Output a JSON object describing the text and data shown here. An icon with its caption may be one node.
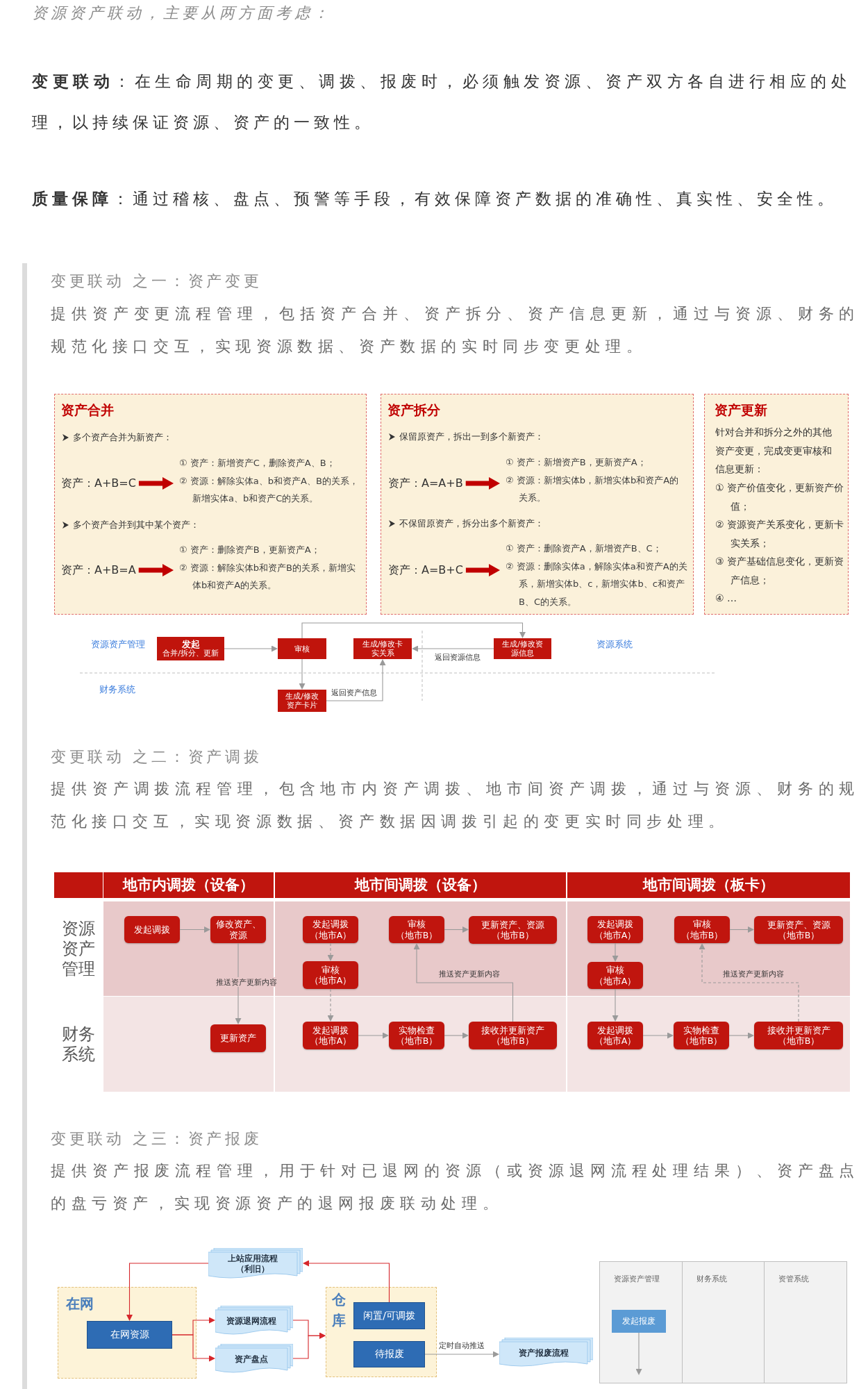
{
  "diagram": {
    "nodes": [
      {
        "text": [
          "资产合并",
          "多个资产合并为新资产：",
          "多个资产合并到其中某个资产："
        ]
      },
      {
        "text": [
          "资产：A+B=C"
        ],
        "in": 0
      },
      {
        "text": [
          "① 资产：新增资产C，删除资产A、B；",
          "② 资源：解除实体a、b和资产A、B的关系，新增实体a、b和资产C的关系。"
        ],
        "in": 0
      },
      {
        "text": [
          "资产：A+B=A"
        ],
        "in": 0
      },
      {
        "text": [
          "① 资产：删除资产B，更新资产A；",
          "② 资源：解除实体b和资产B的关系，新增实体b和资产A的关系。"
        ],
        "in": 0
      },
      {
        "text": [
          "资产拆分",
          "保留原资产，拆出一到多个新资产：",
          "不保留原资产，拆分出多个新资产："
        ]
      },
      {
        "text": [
          "资产：A=A+B"
        ],
        "in": 5
      },
      {
        "text": [
          "① 资产：新增资产B，更新资产A；",
          "② 资源：新增实体b，新增实体b和资产A的关系。"
        ],
        "in": 5
      },
      {
        "text": [
          "资产：A=B+C"
        ],
        "in": 5
      },
      {
        "text": [
          "① 资产：删除资产A，新增资产B、C；",
          "② 资源：删除实体a，解除实体a和资产A的关系，新增实体b、c，新增实体b、c和资产B、C的关系。"
        ],
        "in": 5
      },
      {
        "text": [
          "资产更新",
          "针对合并和拆分之外的其他资产变更，完成变更审核和信息更新：",
          "① 资产价值变化，更新资产价值；",
          "② 资源资产关系变化，更新卡实关系；",
          "③ 资产基础信息变化，更新资产信息；",
          "④ …"
        ]
      },
      {
        "text": [
          "发起",
          "合并/拆分、更新"
        ]
      },
      {
        "text": [
          "审核"
        ]
      },
      {
        "text": [
          "生成/修改卡实关系"
        ]
      },
      {
        "text": [
          "生成/修改资源信息"
        ]
      },
      {
        "text": [
          "生成/修改资产卡片"
        ]
      },
      {
        "text": [
          "发起调拨"
        ]
      },
      {
        "text": [
          "修改资产、资源"
        ]
      },
      {
        "text": [
          "更新资产"
        ]
      },
      {
        "text": [
          "发起调拨（地市A）"
        ]
      },
      {
        "text": [
          "审核（地市A）"
        ]
      },
      {
        "text": [
          "审核（地市B）"
        ]
      },
      {
        "text": [
          "更新资产、资源（地市B）"
        ]
      },
      {
        "text": [
          "发起调拨（地市A）"
        ]
      },
      {
        "text": [
          "实物检查（地市B）"
        ]
      },
      {
        "text": [
          "接收并更新资产（地市B）"
        ]
      },
      {
        "text": [
          "发起调拨（地市A）"
        ]
      },
      {
        "text": [
          "审核（地市A）"
        ]
      },
      {
        "text": [
          "审核（地市B）"
        ]
      },
      {
        "text": [
          "更新资产、资源（地市B）"
        ]
      },
      {
        "text": [
          "发起调拨（地市A）"
        ]
      },
      {
        "text": [
          "实物检查（地市B）"
        ]
      },
      {
        "text": [
          "接收并更新资产（地市B）"
        ]
      },
      {
        "text": [
          "上站应用流程（利旧）"
        ]
      },
      {
        "text": [
          "在网"
        ]
      },
      {
        "text": [
          "在网资源"
        ],
        "in": 34
      },
      {
        "text": [
          "资源退网流程"
        ]
      },
      {
        "text": [
          "资产盘点"
        ]
      },
      {
        "text": [
          "仓库"
        ]
      },
      {
        "text": [
          "闲置/可调拨"
        ],
        "in": 38
      },
      {
        "text": [
          "待报废"
        ],
        "in": 38
      },
      {
        "text": [
          "资产报废流程"
        ]
      },
      {
        "text": [
          "资源资产管理"
        ]
      },
      {
        "text": [
          "财务系统"
        ]
      },
      {
        "text": [
          "资管系统"
        ]
      },
      {
        "text": [
          "发起报废"
        ],
        "in": 42
      }
    ],
    "edges": [
      {
        "from": 1,
        "to": 2,
        "arrow": "to",
        "style": "thick",
        "color": "#c00000"
      },
      {
        "from": 3,
        "to": 4,
        "arrow": "to",
        "style": "thick",
        "color": "#c00000"
      },
      {
        "from": 6,
        "to": 7,
        "arrow": "to",
        "style": "thick",
        "color": "#c00000"
      },
      {
        "from": 8,
        "to": 9,
        "arrow": "to",
        "style": "thick",
        "color": "#c00000"
      },
      {
        "from": 11,
        "to": 12,
        "arrow": "to"
      },
      {
        "from": 12,
        "to": 14,
        "arrow": "to"
      },
      {
        "from": 14,
        "to": 13,
        "arrow": "to",
        "label": "返回资源信息"
      },
      {
        "from": 12,
        "to": 15,
        "arrow": "to"
      },
      {
        "from": 15,
        "to": 13,
        "arrow": "to",
        "label": "返回资产信息"
      },
      {
        "from": 16,
        "to": 17,
        "arrow": "to"
      },
      {
        "from": 17,
        "to": 18,
        "arrow": "to",
        "label": "推送资产更新内容"
      },
      {
        "from": 19,
        "to": 20,
        "arrow": "to",
        "style": "dashed"
      },
      {
        "from": 20,
        "to": 23,
        "arrow": "to",
        "style": "dashed"
      },
      {
        "from": 23,
        "to": 24,
        "arrow": "to"
      },
      {
        "from": 24,
        "to": 25,
        "arrow": "to"
      },
      {
        "from": 25,
        "to": 21,
        "arrow": "to",
        "label": "推送资产更新内容"
      },
      {
        "from": 21,
        "to": 22,
        "arrow": "to"
      },
      {
        "from": 26,
        "to": 27,
        "arrow": "to"
      },
      {
        "from": 27,
        "to": 30,
        "arrow": "to"
      },
      {
        "from": 30,
        "to": 31,
        "arrow": "to"
      },
      {
        "from": 31,
        "to": 32,
        "arrow": "to"
      },
      {
        "from": 32,
        "to": 28,
        "arrow": "to",
        "label": "推送资产更新内容",
        "style": "dashed"
      },
      {
        "from": 28,
        "to": 29,
        "arrow": "to"
      },
      {
        "from": 35,
        "to": 36,
        "arrow": "to",
        "color": "#d6262b"
      },
      {
        "from": 35,
        "to": 37,
        "arrow": "to",
        "color": "#d6262b"
      },
      {
        "from": 36,
        "to": 38,
        "arrow": "to",
        "color": "#d6262b"
      },
      {
        "from": 37,
        "to": 38,
        "arrow": "to",
        "color": "#d6262b"
      },
      {
        "from": 39,
        "to": 33,
        "arrow": "to",
        "color": "#d6262b"
      },
      {
        "from": 33,
        "to": 35,
        "arrow": "to",
        "color": "#d6262b"
      },
      {
        "from": 40,
        "to": 41,
        "arrow": "to",
        "label": "定时自动推送"
      },
      {
        "from": 45,
        "to": null,
        "arrow": "to"
      }
    ],
    "labels": [
      "资源资产联动，主要从两方面考虑：",
      "**变更联动**：在生命周期的变更、调拨、报废时，必须触发资源、资产双方各自进行相应的处理，以持续保证资源、资产的一致性。",
      "**质量保障**：通过稽核、盘点、预警等手段，有效保障资产数据的准确性、真实性、安全性。",
      "变更联动 之一：资产变更",
      "提供资产变更流程管理，包括资产合并、资产拆分、资产信息更新，通过与资源、财务的规范化接口交互，实现资源数据、资产数据的实时同步变更处理。",
      "资源资产管理",
      "资源系统",
      "财务系统",
      "变更联动 之二：资产调拨",
      "提供资产调拨流程管理，包含地市内资产调拨、地市间资产调拨，通过与资源、财务的规范化接口交互，实现资源数据、资产数据因调拨引起的变更实时同步处理。",
      "地市内调拨（设备）",
      "地市间调拨（设备）",
      "地市间调拨（板卡）",
      "资源资产管理",
      "财务系统",
      "变更联动 之三：资产报废",
      "提供资产报废流程管理，用于针对已退网的资源（或资源退网流程处理结果）、资产盘点的盘亏资产，实现资源资产的退网报废联动处理。"
    ]
  }
}
